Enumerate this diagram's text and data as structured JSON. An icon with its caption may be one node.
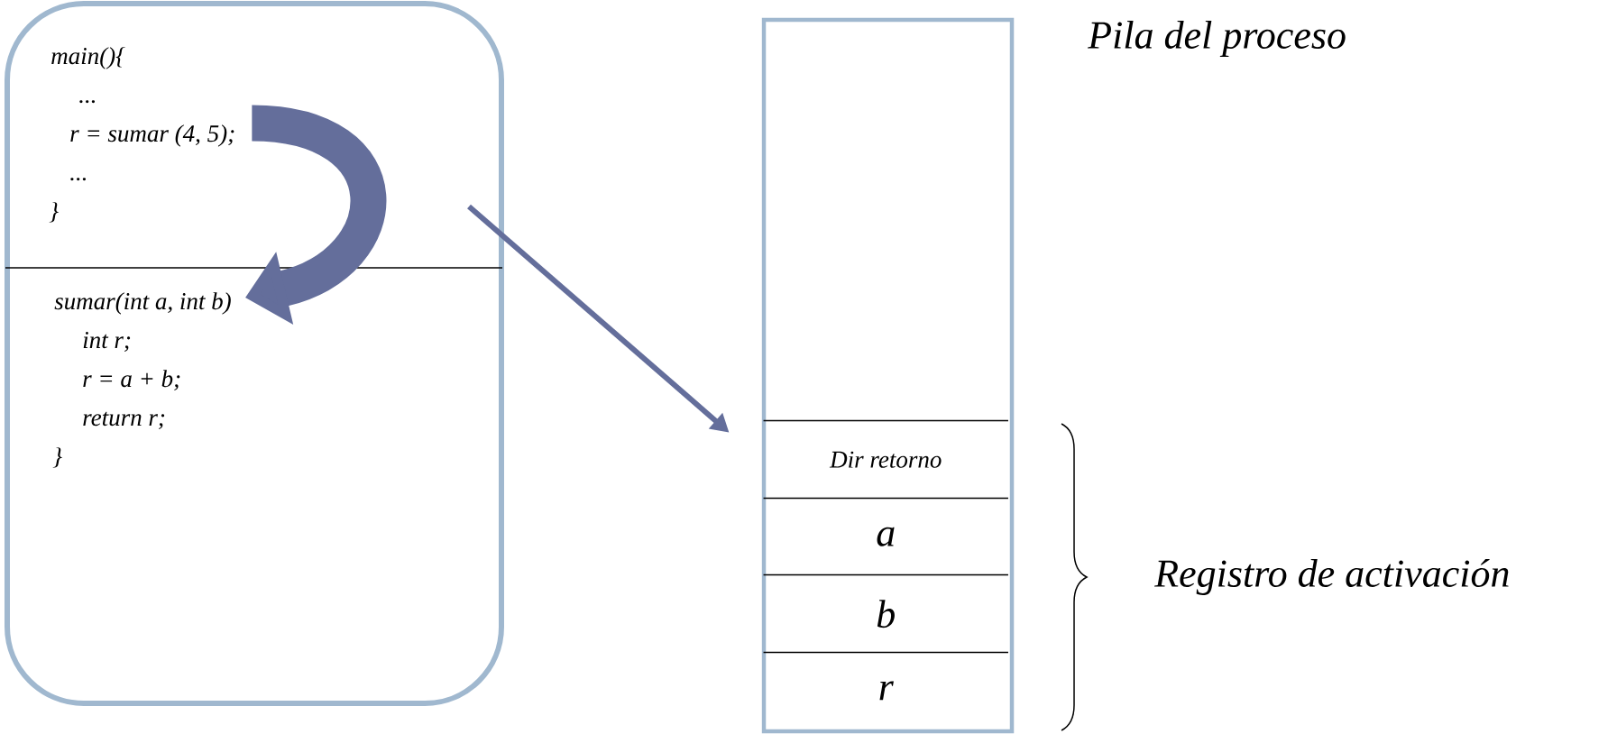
{
  "diagram": {
    "nodes": [
      {
        "text": [],
        "shape": "box"
      },
      {
        "text": [
          "main(){",
          "...",
          "r = sumar (4, 5);",
          "...",
          "}"
        ],
        "in": 0
      },
      {
        "text": [
          "sumar(int a, int b)",
          "int r;",
          "r = a + b;",
          "return r;",
          "}"
        ],
        "in": 0
      },
      {
        "text": [],
        "shape": "box",
        "beside": [
          "Pila del proceso"
        ]
      },
      {
        "text": [
          "Dir retorno"
        ],
        "in": 3
      },
      {
        "text": [
          "a"
        ],
        "in": 3
      },
      {
        "text": [
          "b"
        ],
        "in": 3
      },
      {
        "text": [
          "r"
        ],
        "in": 3
      }
    ],
    "edges": [
      {
        "from": 1,
        "to": 2,
        "arrow": "to",
        "style": "thick"
      },
      {
        "from": null,
        "to": 4,
        "arrow": "to"
      }
    ],
    "labels": [
      "Registro de activación"
    ]
  }
}
